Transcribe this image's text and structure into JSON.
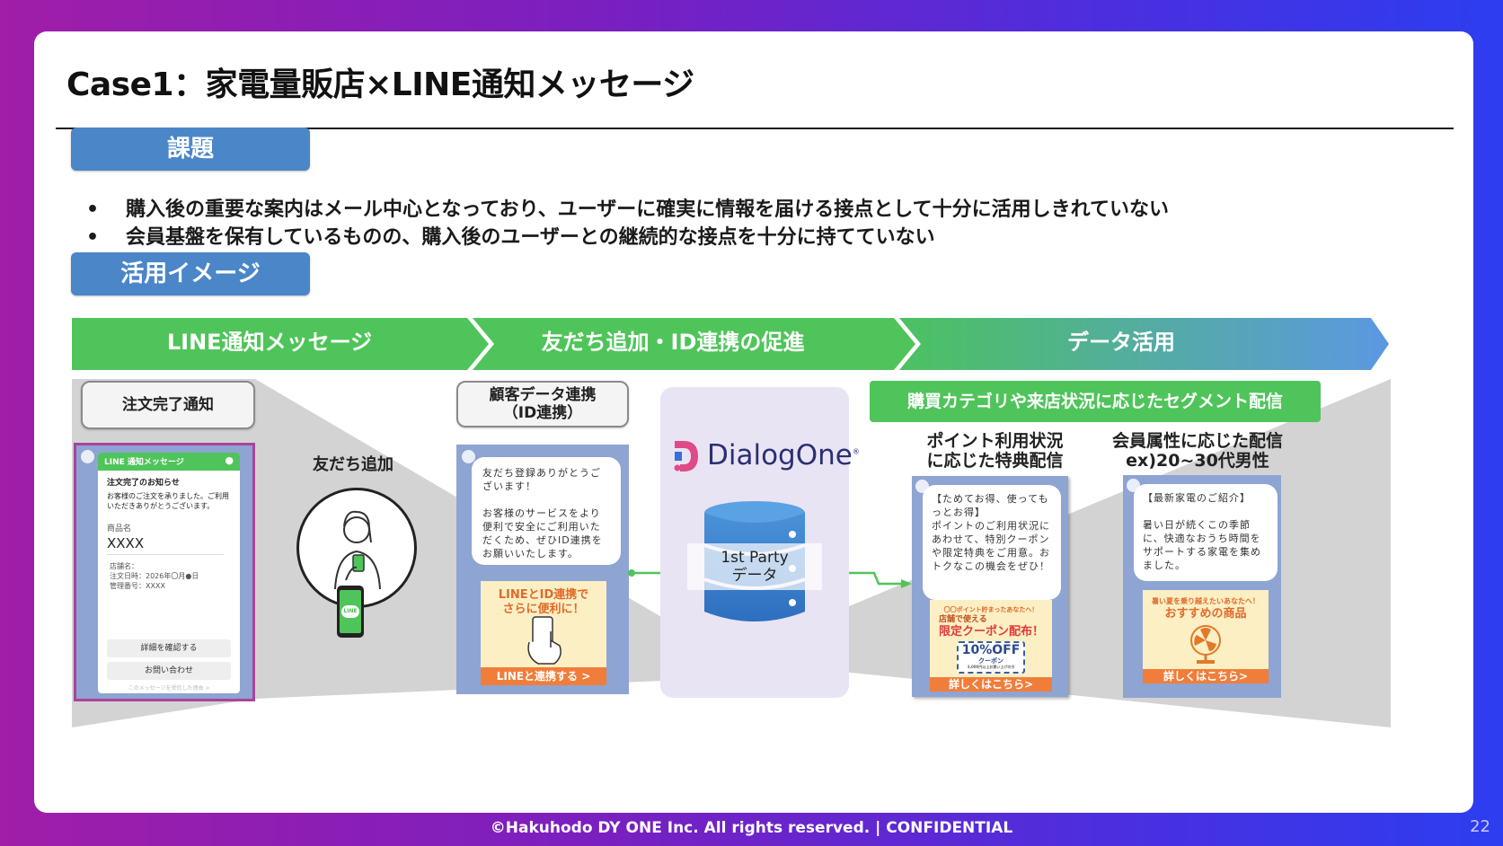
{
  "title": "Case1：家電量販店×LINE通知メッセージ",
  "sections": {
    "issue_label": "課題",
    "image_label": "活用イメージ"
  },
  "bullets": [
    "購入後の重要な案内はメール中心となっており、ユーザーに確実に情報を届ける接点として十分に活用しきれていない",
    "会員基盤を保有しているものの、購入後のユーザーとの継続的な接点を十分に持てていない"
  ],
  "flow": {
    "stage1": "LINE通知メッセージ",
    "stage2": "友だち追加・ID連携の促進",
    "stage3": "データ活用",
    "colors": {
      "green": "#4fc45a",
      "blue": "#5e9be0"
    }
  },
  "step1": {
    "box": "注文完了通知",
    "line_header": "LINE 通知メッセージ",
    "msg_title": "注文完了のお知らせ",
    "msg_body": "お客様のご注文を承りました。ご利用いただきありがとうございます。",
    "item_label": "商品名",
    "item_value": "XXXX",
    "store": "店舗名：",
    "order_date": "注文日時：2026年〇月●日",
    "mgmt_no": "管理番号：XXXX",
    "btn_detail": "詳細を確認する",
    "btn_contact": "お問い合わせ",
    "footer_note": "このメッセージを受信した理由 >"
  },
  "friend_add": {
    "label": "友だち追加",
    "app_icon": "LINE"
  },
  "step2": {
    "box_line1": "顧客データ連携",
    "box_line2": "（ID連携）",
    "bubble": "友だち登録ありがとうございます！\n\nお客様のサービスをより便利で安全にご利用いただくため、ぜひID連携をお願いいたします。",
    "banner_line1": "LINEとID連携で",
    "banner_line2": "さらに便利に！",
    "banner_cta": "LINEと連携する >"
  },
  "dialogone": {
    "logo_text": "DialogOne",
    "reg": "®",
    "db_line1": "1st Party",
    "db_line2": "データ"
  },
  "step3": {
    "header": "購買カテゴリや来店状況に応じたセグメント配信",
    "caption1_line1": "ポイント利用状況",
    "caption1_line2": "に応じた特典配信",
    "caption2_line1": "会員属性に応じた配信",
    "caption2_line2": "ex)20~30代男性",
    "bubble1": "【ためてお得、使ってもっとお得】\nポイントのご利用状況にあわせて、特別クーポンや限定特典をご用意。おトクなこの機会をぜひ！",
    "bubble2": "【最新家電のご紹介】\n\n暑い日が続くこの季節に、快適なおうち時間をサポートする家電を集めました。",
    "coupon_top": "〇〇ポイント貯まったあなたへ！",
    "coupon_store": "店舗で使える",
    "coupon_title": "限定クーポン配布！",
    "coupon_off": "10%OFF",
    "coupon_word": "クーポン",
    "coupon_fine": "3,000円以上お買い上げの方",
    "coupon_cta": "詳しくはこちら>",
    "rec_top": "暑い夏を乗り越えたいあなたへ！",
    "rec_title": "おすすめの商品",
    "rec_cta": "詳しくはこちら>"
  },
  "footer": "©Hakuhodo DY ONE Inc. All rights reserved. | CONFIDENTIAL",
  "page_number": "22"
}
